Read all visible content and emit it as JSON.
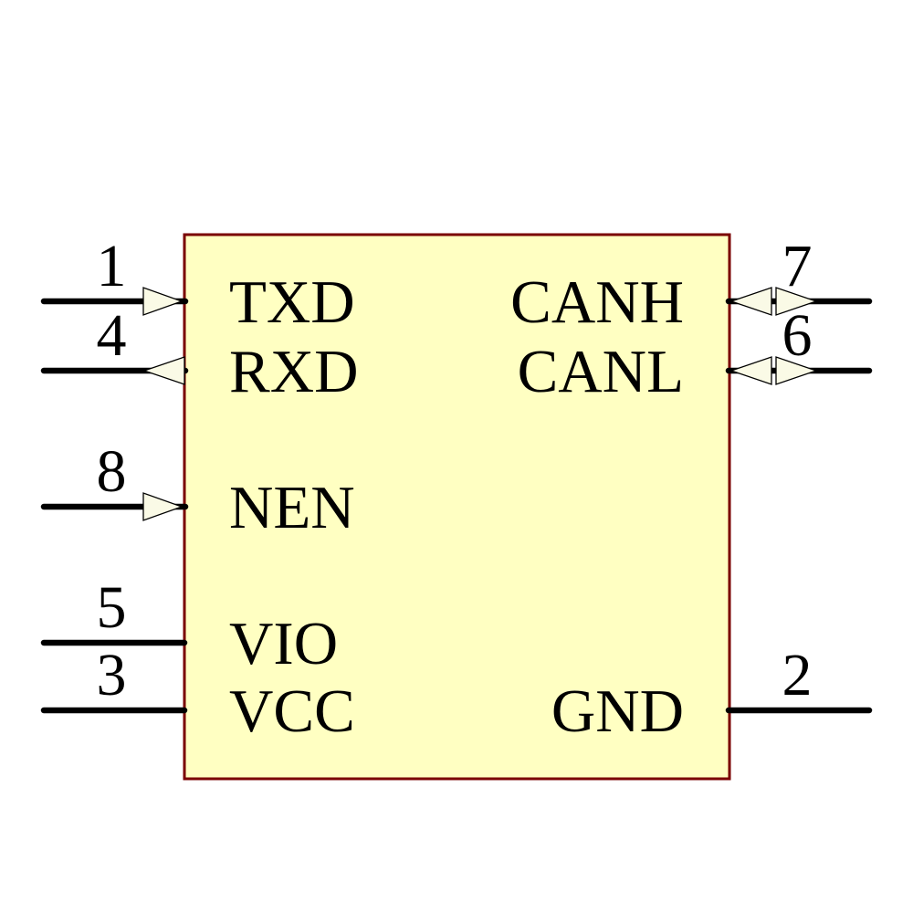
{
  "diagram": {
    "kind": "schematic-symbol",
    "description": "8-pin CAN transceiver schematic symbol with yellow body",
    "colors": {
      "background": "#FFFFFF",
      "body_fill": "#FFFFC2",
      "body_border": "#7A0000",
      "pin_line": "#000000",
      "arrow_fill": "#FAFAE6",
      "text": "#000000"
    },
    "pins": {
      "left": [
        {
          "number": "1",
          "label": "TXD",
          "direction": "input"
        },
        {
          "number": "4",
          "label": "RXD",
          "direction": "output"
        },
        {
          "number": "8",
          "label": "NEN",
          "direction": "input"
        },
        {
          "number": "5",
          "label": "VIO",
          "direction": "power"
        },
        {
          "number": "3",
          "label": "VCC",
          "direction": "power"
        }
      ],
      "right": [
        {
          "number": "7",
          "label": "CANH",
          "direction": "bidirectional"
        },
        {
          "number": "6",
          "label": "CANL",
          "direction": "bidirectional"
        },
        {
          "number": "2",
          "label": "GND",
          "direction": "power"
        }
      ]
    }
  }
}
